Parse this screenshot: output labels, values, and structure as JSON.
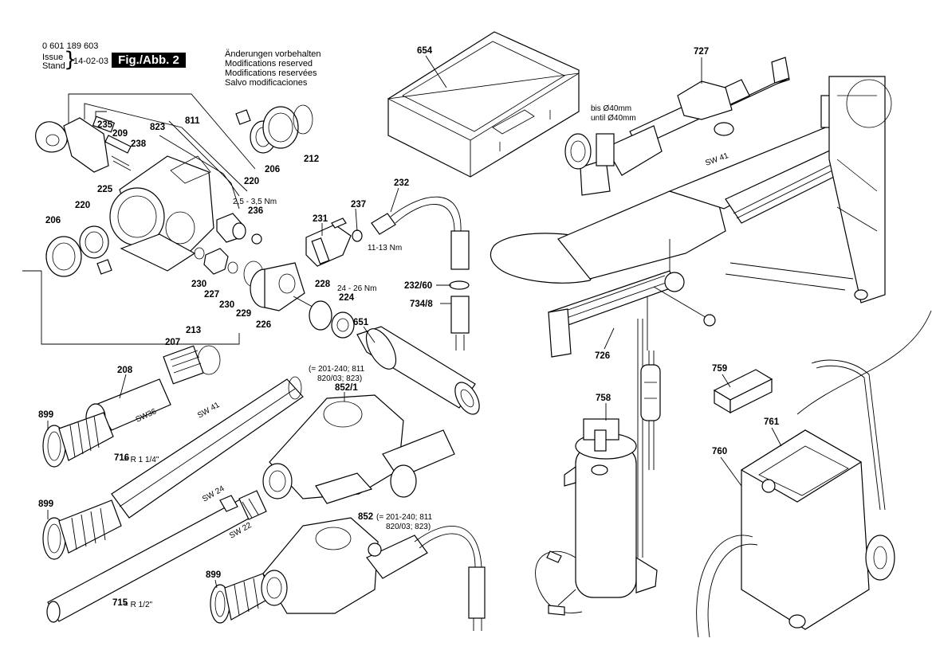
{
  "header": {
    "doc_number": "0 601 189 603",
    "issue_label": "Issue",
    "stand_label": "Stand",
    "issue_date": "14-02-03",
    "figure_label": "Fig./Abb. 2",
    "notices": [
      "Änderungen vorbehalten",
      "Modifications reserved",
      "Modifications reservées",
      "Salvo modificaciones"
    ]
  },
  "parts": [
    "654",
    "727",
    "811",
    "823",
    "235",
    "209",
    "238",
    "220",
    "206",
    "212",
    "225",
    "220",
    "206",
    "236",
    "231",
    "237",
    "232",
    "230",
    "227",
    "230",
    "229",
    "226",
    "228",
    "224",
    "232/60",
    "734/8",
    "651",
    "213",
    "207",
    "208",
    "852/1",
    "899",
    "716",
    "899",
    "852",
    "899",
    "715",
    "726",
    "758",
    "759",
    "761",
    "760"
  ],
  "annotations": {
    "torque_236": "2,5 - 3,5 Nm",
    "torque_237": "11-13 Nm",
    "torque_224": "24 - 26 Nm",
    "diameter_line1": "bis Ø40mm",
    "diameter_line2": "until Ø40mm",
    "sw41_top": "SW 41",
    "sw41_mid": "SW 41",
    "sw36": "SW36",
    "sw24": "SW 24",
    "sw22": "SW 22",
    "r114": "= R 1 1/4\"",
    "r12": "= R 1/2\"",
    "ref_8521_a": "(= 201-240; 811",
    "ref_8521_b": "820/03; 823)",
    "ref_852_a": "(= 201-240; 811",
    "ref_852_b": "820/03; 823)"
  }
}
